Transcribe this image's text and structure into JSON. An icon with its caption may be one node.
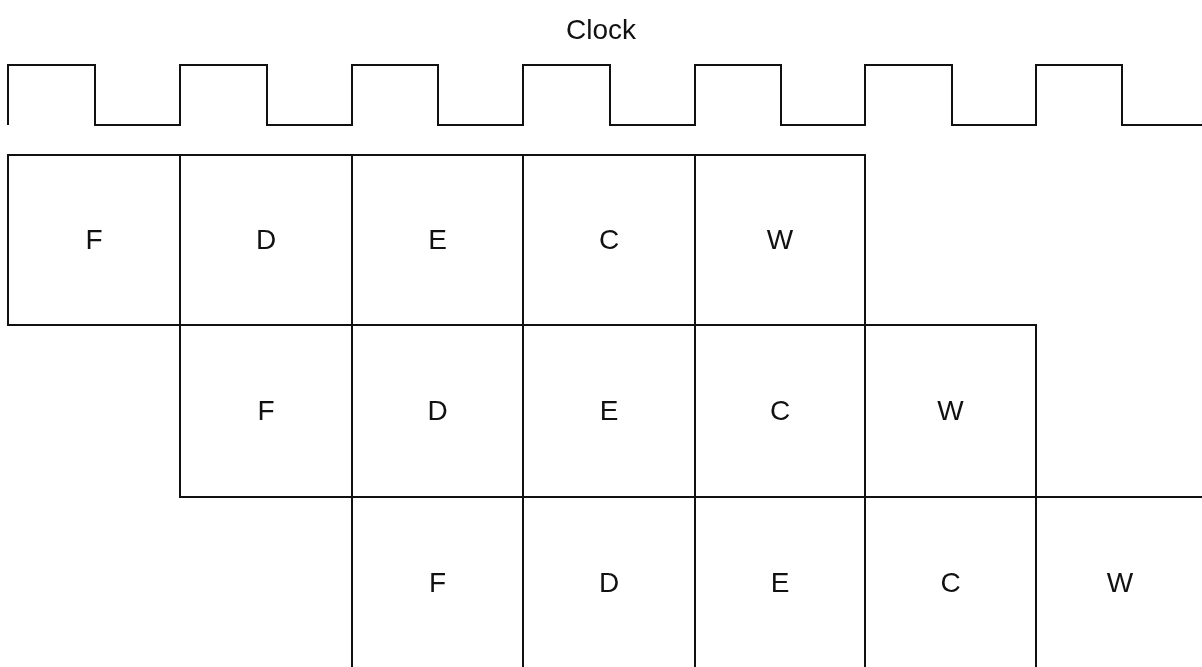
{
  "diagram": {
    "title": "Clock",
    "nodes": [
      {
        "text": [
          "F"
        ]
      },
      {
        "text": [
          "D"
        ]
      },
      {
        "text": [
          "E"
        ]
      },
      {
        "text": [
          "C"
        ]
      },
      {
        "text": [
          "W"
        ]
      },
      {
        "text": [
          "F"
        ]
      },
      {
        "text": [
          "D"
        ]
      },
      {
        "text": [
          "E"
        ]
      },
      {
        "text": [
          "C"
        ]
      },
      {
        "text": [
          "W"
        ]
      },
      {
        "text": [
          "F"
        ]
      },
      {
        "text": [
          "D"
        ]
      },
      {
        "text": [
          "E"
        ]
      },
      {
        "text": [
          "C"
        ]
      },
      {
        "text": [
          "W"
        ]
      }
    ]
  }
}
